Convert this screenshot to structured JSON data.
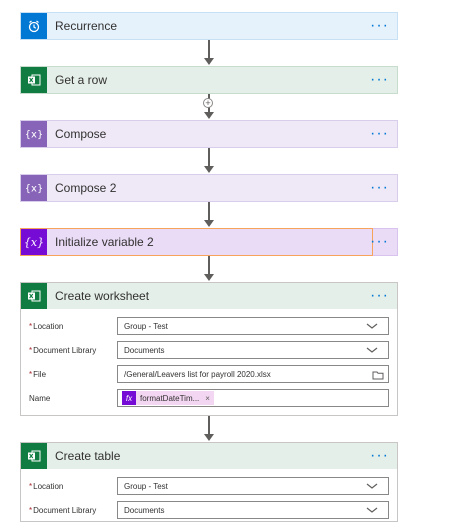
{
  "steps": {
    "recurrence": {
      "title": "Recurrence",
      "more": "···",
      "accent": "#0078d4",
      "icon": "alarm-clock-icon"
    },
    "get_row": {
      "title": "Get a row",
      "more": "···",
      "accent": "#107c41",
      "icon": "excel-icon"
    },
    "compose": {
      "title": "Compose",
      "more": "···",
      "accent": "#8764b8",
      "icon": "compose-icon"
    },
    "compose2": {
      "title": "Compose 2",
      "more": "···",
      "accent": "#8764b8",
      "icon": "compose-icon"
    },
    "init_var": {
      "title": "Initialize variable 2",
      "more": "···",
      "accent": "#770bd6",
      "icon": "variable-icon"
    },
    "create_ws": {
      "title": "Create worksheet",
      "more": "···",
      "accent": "#107c41",
      "icon": "excel-icon",
      "fields": {
        "location_label": "Location",
        "location_value": "Group - Test",
        "library_label": "Document Library",
        "library_value": "Documents",
        "file_label": "File",
        "file_value": "/General/Leavers list for payroll 2020.xlsx",
        "name_label": "Name",
        "name_token": "formatDateTim...",
        "token_icon": "fx",
        "token_remove": "×"
      }
    },
    "create_table": {
      "title": "Create table",
      "more": "···",
      "accent": "#107c41",
      "icon": "excel-icon",
      "fields": {
        "location_label": "Location",
        "location_value": "Group - Test",
        "library_label": "Document Library",
        "library_value": "Documents"
      }
    }
  },
  "required_marker": "*"
}
